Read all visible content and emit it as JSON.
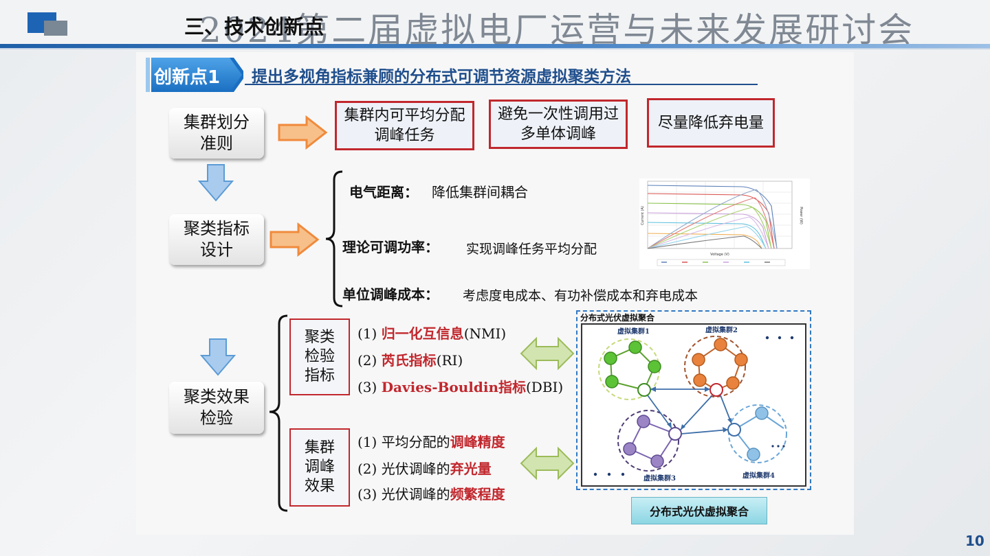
{
  "header": {
    "watermark": "2024第二届虚拟电厂运营与未来发展研讨会",
    "section_title": "三、技术创新点"
  },
  "innovation": {
    "tag": "创新点1",
    "headline": "提出多视角指标兼顾的分布式可调节资源虚拟聚类方法"
  },
  "flow": {
    "step1": "集群划分准则",
    "step2": "聚类指标设计",
    "step3": "聚类效果检验"
  },
  "criteria": [
    "集群内可平均分配调峰任务",
    "避免一次性调用过多单体调峰",
    "尽量降低弃电量"
  ],
  "indicators": [
    {
      "name": "电气距离：",
      "desc": "降低集群间耦合"
    },
    {
      "name": "理论可调功率：",
      "desc": "实现调峰任务平均分配"
    },
    {
      "name": "单位调峰成本：",
      "desc": "考虑度电成本、有功补偿成本和弃电成本"
    }
  ],
  "validation": {
    "box1": "聚类检验指标",
    "box1_items": [
      {
        "prefix": "(1) ",
        "em": "归一化互信息",
        "suffix": "(NMI)"
      },
      {
        "prefix": "(2) ",
        "em": "芮氏指标",
        "suffix": "(RI)"
      },
      {
        "prefix": "(3) ",
        "em": "Davies-Bouldin指标",
        "suffix": "(DBI)"
      }
    ],
    "box2": "集群调峰效果",
    "box2_items": [
      {
        "prefix": "(1) 平均分配的",
        "em": "调峰精度",
        "suffix": ""
      },
      {
        "prefix": "(2) 光伏调峰的",
        "em": "弃光量",
        "suffix": ""
      },
      {
        "prefix": "(3) 光伏调峰的",
        "em": "频繁程度",
        "suffix": ""
      }
    ]
  },
  "cluster_diagram": {
    "title": "分布式光伏虚拟聚合",
    "groups": [
      "虚拟集群1",
      "虚拟集群2",
      "虚拟集群3",
      "虚拟集群4"
    ],
    "caption": "分布式光伏虚拟聚合",
    "colors": {
      "green": "#5cc236",
      "orange": "#e8823c",
      "purple": "#9b85c5",
      "blue": "#8fc2e6"
    }
  },
  "iv_chart": {
    "xlabel": "Voltage (V)",
    "ylabel_left": "Current (A)",
    "ylabel_right": "Power (W)"
  },
  "page_number": "10",
  "colors": {
    "accent_blue": "#1f4e8c",
    "accent_red": "#c1272d",
    "arrow_orange": "#f08a3c",
    "arrow_blue": "#5b9bd5",
    "arrow_green": "#9bbb59"
  }
}
